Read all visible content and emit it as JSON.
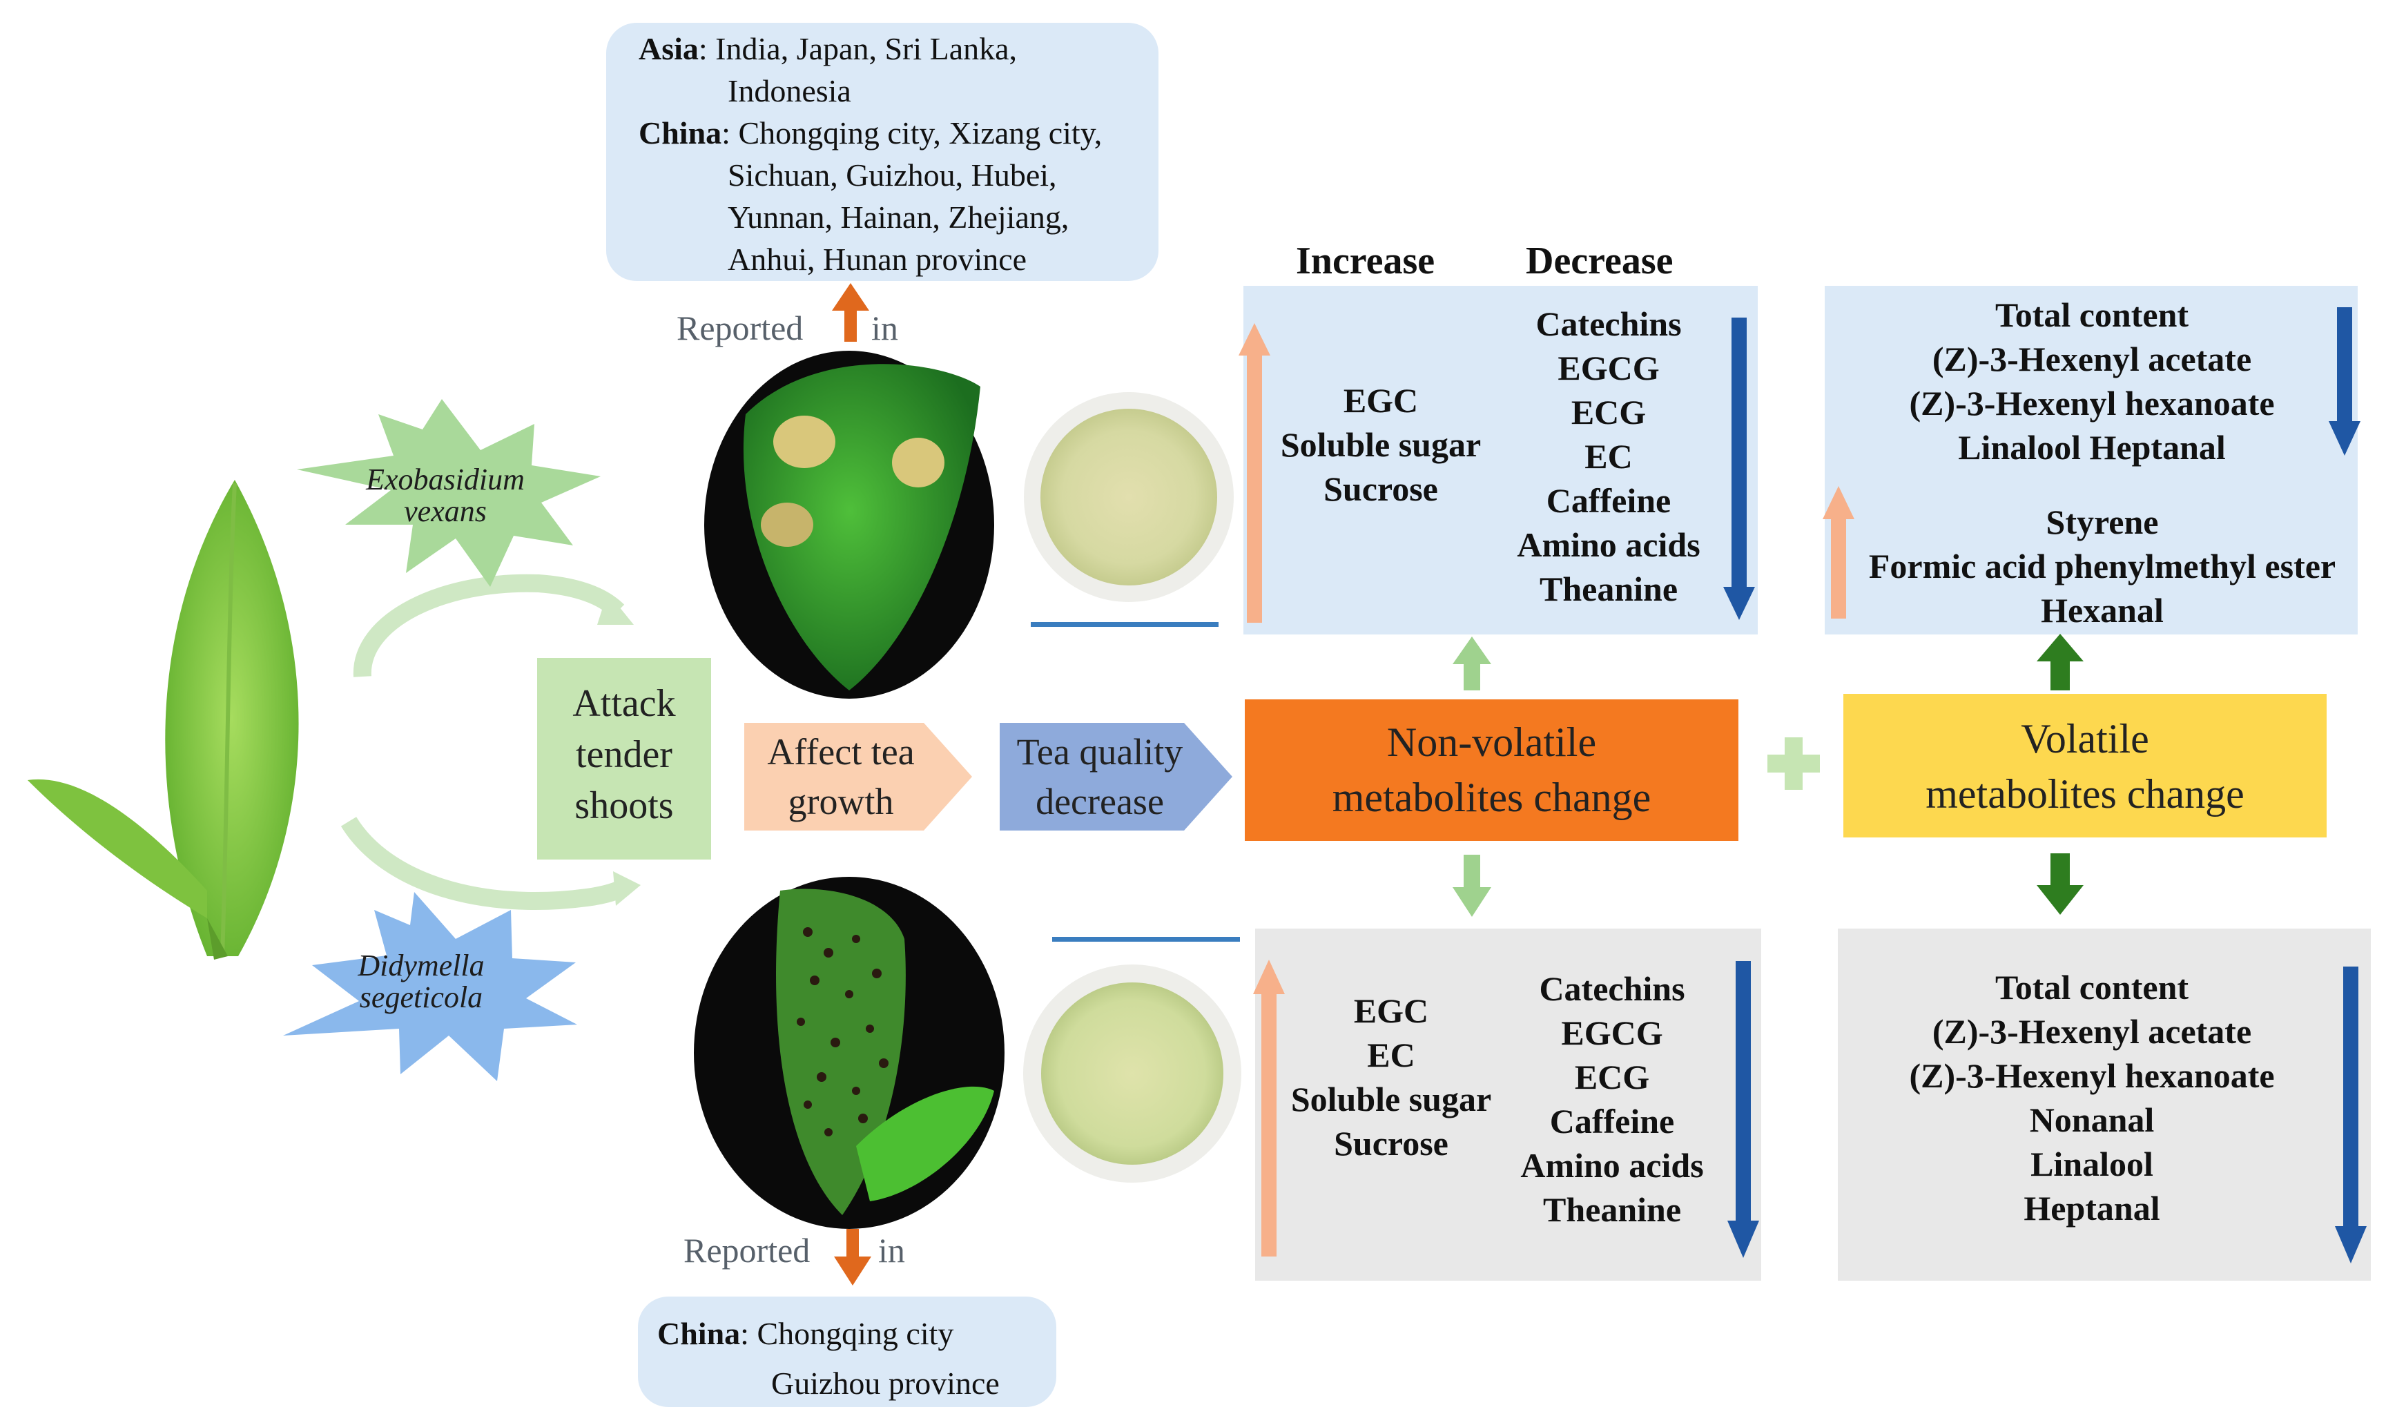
{
  "colors": {
    "light_blue_panel": "#dbe9f7",
    "grey_panel": "#e8e8e8",
    "orange": "#f47920",
    "yellow": "#fdd84f",
    "light_green": "#c6e5b3",
    "peach": "#fbd0b1",
    "steel_blue": "#8eaadb",
    "dark_blue_arrow": "#1f57a4",
    "salmon_arrow": "#f7b08a",
    "dark_green_arrow": "#2e7d1f",
    "pale_green_arrow": "#9fd28e"
  },
  "pathogens": {
    "top": {
      "line1": "Exobasidium",
      "line2": "vexans"
    },
    "bottom": {
      "line1": "Didymella",
      "line2": "segeticola"
    }
  },
  "flow": {
    "attack": {
      "l1": "Attack",
      "l2": "tender",
      "l3": "shoots"
    },
    "affect": {
      "l1": "Affect tea",
      "l2": "growth"
    },
    "quality": {
      "l1": "Tea quality",
      "l2": "decrease"
    },
    "nonvolatile": {
      "l1": "Non-volatile",
      "l2": "metabolites change"
    },
    "volatile": {
      "l1": "Volatile",
      "l2": "metabolites change"
    },
    "plus": "+"
  },
  "reported": {
    "word": "Reported",
    "in": "in"
  },
  "top_locations": {
    "asia_label": "Asia",
    "asia_text1": ": India, Japan, Sri Lanka,",
    "asia_text2": "Indonesia",
    "china_label": "China",
    "china_text1": ": Chongqing city, Xizang city,",
    "china_text2": "Sichuan, Guizhou, Hubei,",
    "china_text3": "Yunnan, Hainan, Zhejiang,",
    "china_text4": "Anhui, Hunan province"
  },
  "bottom_locations": {
    "china_label": "China",
    "text1": ": Chongqing city",
    "text2": "Guizhou province"
  },
  "headers": {
    "increase": "Increase",
    "decrease": "Decrease"
  },
  "top_nonvolatile": {
    "increase": [
      "EGC",
      "Soluble sugar",
      "Sucrose"
    ],
    "decrease": [
      "Catechins",
      "EGCG",
      "ECG",
      "EC",
      "Caffeine",
      "Amino acids",
      "Theanine"
    ]
  },
  "bottom_nonvolatile": {
    "increase": [
      "EGC",
      "EC",
      "Soluble sugar",
      "Sucrose"
    ],
    "decrease": [
      "Catechins",
      "EGCG",
      "ECG",
      "Caffeine",
      "Amino acids",
      "Theanine"
    ]
  },
  "top_volatile": {
    "decrease": [
      "Total content",
      "(Z)-3-Hexenyl acetate",
      "(Z)-3-Hexenyl hexanoate",
      "Linalool  Heptanal"
    ],
    "increase": [
      "Styrene",
      "Formic acid phenylmethyl ester",
      "Hexanal"
    ]
  },
  "bottom_volatile": {
    "decrease": [
      "Total content",
      "(Z)-3-Hexenyl acetate",
      "(Z)-3-Hexenyl hexanoate",
      "Nonanal",
      "Linalool",
      "Heptanal"
    ]
  }
}
